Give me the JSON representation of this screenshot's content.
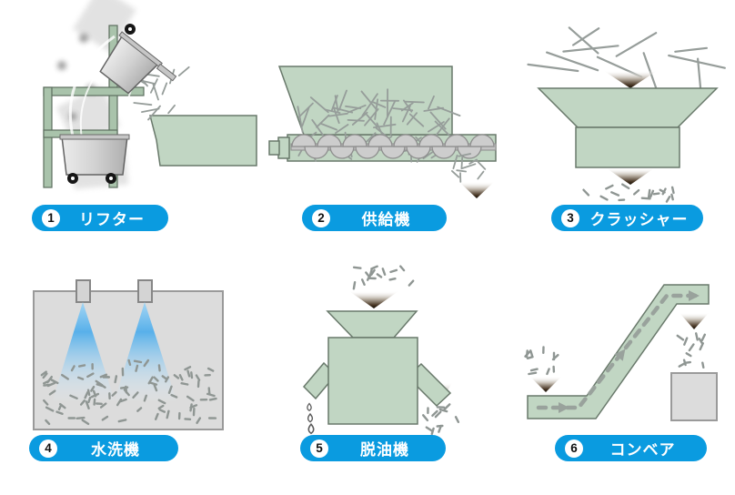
{
  "title": "metal-chip processing line diagram",
  "colors": {
    "pill_blue": "#0a9be0",
    "machine_green": "#c1d6c3",
    "water_blue": "#58b0ea",
    "chip_gray": "#969d9a",
    "box_gray": "#dcdcdc"
  },
  "steps": [
    {
      "number": "1",
      "label": "リフター",
      "icon": "lifter-illustration"
    },
    {
      "number": "2",
      "label": "供給機",
      "icon": "feeder-illustration"
    },
    {
      "number": "3",
      "label": "クラッシャー",
      "icon": "crusher-illustration"
    },
    {
      "number": "4",
      "label": "水洗機",
      "icon": "washer-illustration"
    },
    {
      "number": "5",
      "label": "脱油機",
      "icon": "deoiler-illustration"
    },
    {
      "number": "6",
      "label": "コンベア",
      "icon": "conveyor-illustration"
    }
  ]
}
